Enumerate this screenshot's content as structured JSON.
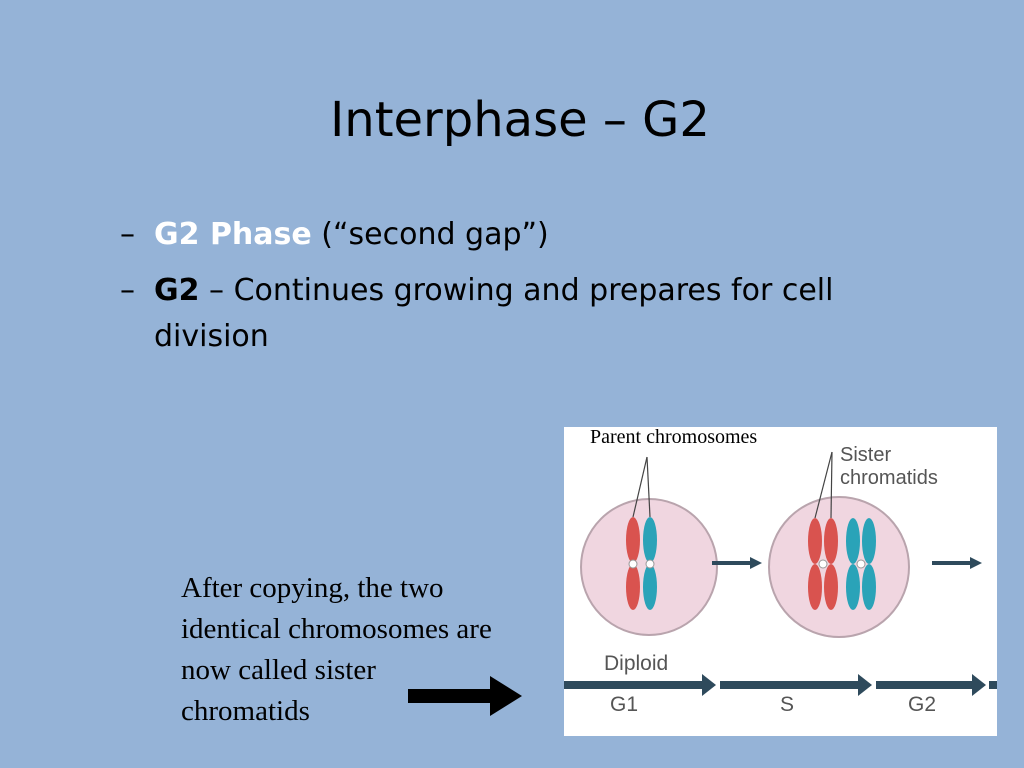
{
  "slide": {
    "title": "Interphase – G2"
  },
  "bullets": [
    {
      "dash": "–",
      "highlight": "G2 Phase",
      "rest": " (“second gap”)"
    },
    {
      "dash": "–",
      "highlight": "G2",
      "rest": " – Continues growing and prepares for cell",
      "continuation": "division"
    }
  ],
  "caption": {
    "line1": "After copying, the two",
    "line2": "identical chromosomes are",
    "line3": "now called sister",
    "line4": "chromatids"
  },
  "figure": {
    "label_parent": "Parent chromosomes",
    "label_sister_1": "Sister",
    "label_sister_2": "chromatids",
    "label_ploidy": "Diploid",
    "phases": [
      "G1",
      "S",
      "G2"
    ]
  },
  "colors": {
    "background": "#95b3d7",
    "highlight": "#ffffff",
    "chromosome_red": "#d9534f",
    "chromosome_blue": "#2aa3b8",
    "cell_fill": "#f0d6e0",
    "arrow_dark": "#2e4a5c"
  }
}
